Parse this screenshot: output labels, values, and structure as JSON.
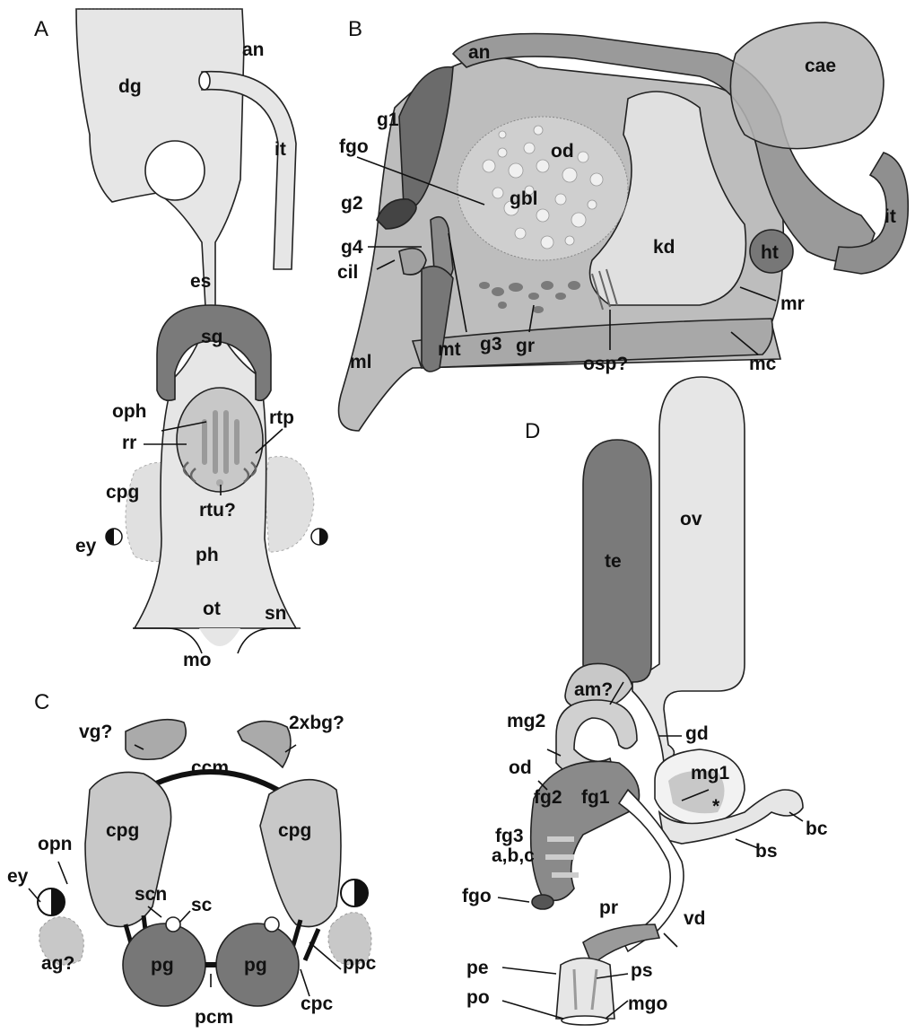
{
  "panels": {
    "a": {
      "letter": "A",
      "labels": {
        "an": "an",
        "dg": "dg",
        "it": "it",
        "es": "es",
        "sg": "sg",
        "oph": "oph",
        "rr": "rr",
        "rtp": "rtp",
        "cpg": "cpg",
        "rtu": "rtu?",
        "ey": "ey",
        "ph": "ph",
        "ot": "ot",
        "sn": "sn",
        "mo": "mo"
      }
    },
    "b": {
      "letter": "B",
      "labels": {
        "an": "an",
        "cae": "cae",
        "g1": "g1",
        "fgo": "fgo",
        "od": "od",
        "g2": "g2",
        "gbl": "gbl",
        "kd": "kd",
        "ht": "ht",
        "it": "it",
        "g4": "g4",
        "cil": "cil",
        "mr": "mr",
        "ml": "ml",
        "mt": "mt",
        "g3": "g3",
        "gr": "gr",
        "osp": "osp?",
        "mc": "mc"
      }
    },
    "c": {
      "letter": "C",
      "labels": {
        "vg": "vg?",
        "bg": "2xbg?",
        "ccm": "ccm",
        "opn": "opn",
        "ey": "ey",
        "cpg_l": "cpg",
        "cpg_r": "cpg",
        "scn": "scn",
        "sc": "sc",
        "ag": "ag?",
        "pg_l": "pg",
        "pg_r": "pg",
        "ppc": "ppc",
        "cpc": "cpc",
        "pcm": "pcm"
      }
    },
    "d": {
      "letter": "D",
      "labels": {
        "te": "te",
        "ov": "ov",
        "am": "am?",
        "mg2": "mg2",
        "gd": "gd",
        "od": "od",
        "mg1": "mg1",
        "fg2": "fg2",
        "fg1": "fg1",
        "star": "*",
        "bc": "bc",
        "fg3": "fg3",
        "abc": "a,b,c",
        "bs": "bs",
        "fgo": "fgo",
        "pr": "pr",
        "vd": "vd",
        "pe": "pe",
        "ps": "ps",
        "po": "po",
        "mgo": "mgo"
      }
    }
  },
  "colors": {
    "pale": "#e6e6e6",
    "light": "#c8c8c8",
    "mid": "#a8a8a8",
    "dark": "#7a7a7a",
    "darker": "#555555"
  }
}
